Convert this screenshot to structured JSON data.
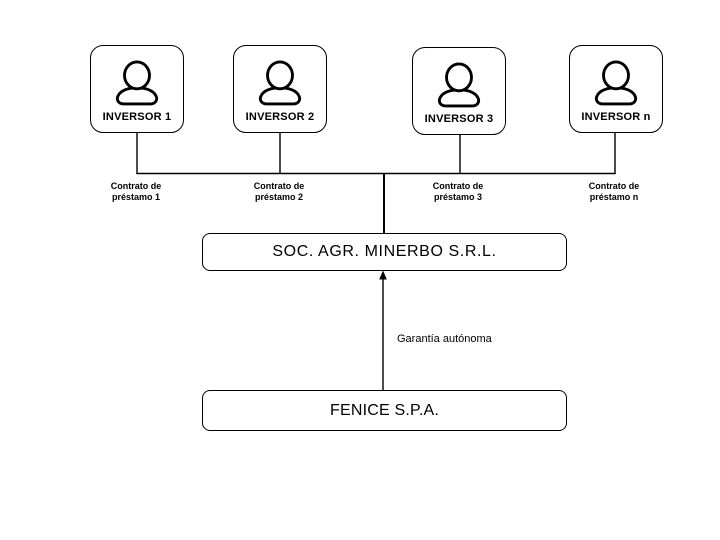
{
  "page": {
    "background_color": "#ffffff",
    "stroke_color": "#000000"
  },
  "diagram": {
    "investors": [
      {
        "label": "INVERSOR 1",
        "icon": "person-icon"
      },
      {
        "label": "INVERSOR 2",
        "icon": "person-icon"
      },
      {
        "label": "INVERSOR 3",
        "icon": "person-icon"
      },
      {
        "label": "INVERSOR n",
        "icon": "person-icon"
      }
    ],
    "contract_labels": [
      "Contrato de\npréstamo 1",
      "Contrato de\npréstamo 2",
      "Contrato de\npréstamo 3",
      "Contrato de\npréstamo n"
    ],
    "company_box": {
      "label": "SOC. AGR. MINERBO S.R.L."
    },
    "guarantor_box": {
      "label": "FENICE S.P.A."
    },
    "guarantee_arrow_label": "Garantía autónoma"
  }
}
